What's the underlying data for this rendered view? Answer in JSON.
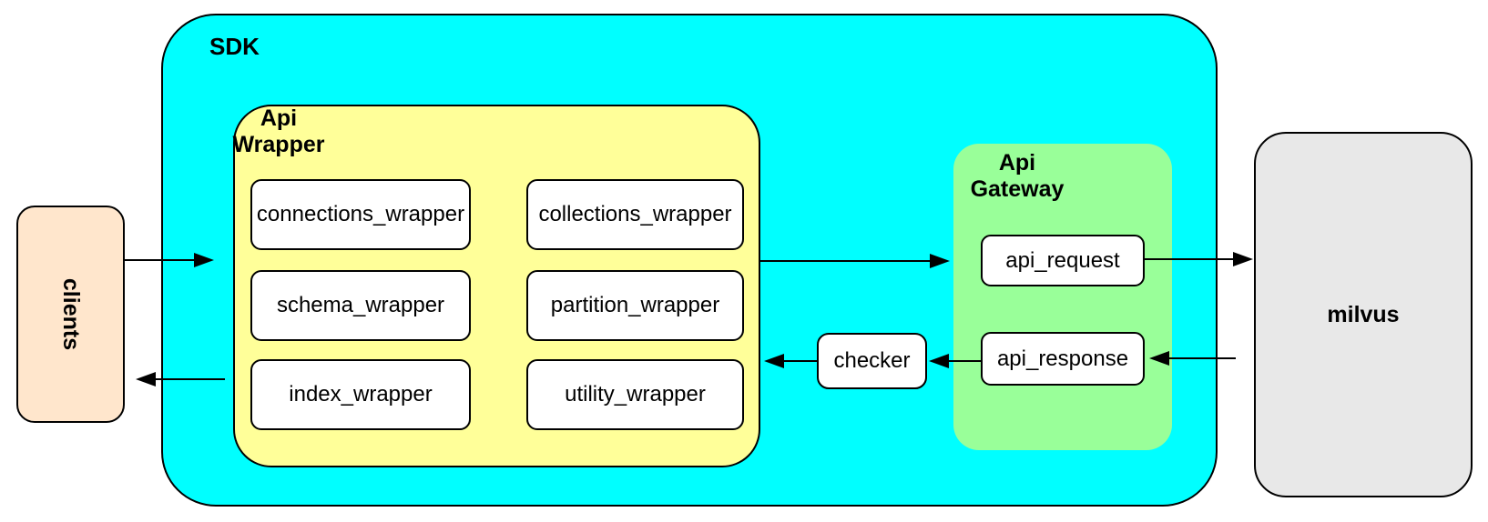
{
  "colors": {
    "canvas": "#FFFFFF",
    "sdk": "#00FFFF",
    "api_wrapper": "#FFFF99",
    "api_gateway": "#99FF99",
    "clients": "#FFE6CC",
    "milvus": "#E8E8E8",
    "node": "#FFFFFF",
    "border": "#000000",
    "arrow": "#000000"
  },
  "nodes": {
    "clients": {
      "label": "clients"
    },
    "sdk": {
      "label": "SDK"
    },
    "api_wrapper": {
      "label": "Api\nWrapper",
      "modules": [
        "connections_wrapper",
        "collections_wrapper",
        "schema_wrapper",
        "partition_wrapper",
        "index_wrapper",
        "utility_wrapper"
      ]
    },
    "checker": {
      "label": "checker"
    },
    "api_gateway": {
      "label": "Api\nGateway",
      "request": "api_request",
      "response": "api_response"
    },
    "milvus": {
      "label": "milvus"
    }
  },
  "edges": [
    {
      "from": "clients",
      "to": "sdk",
      "direction": "right"
    },
    {
      "from": "api_wrapper",
      "to": "api_gateway",
      "direction": "right"
    },
    {
      "from": "api_request",
      "to": "milvus",
      "direction": "right"
    },
    {
      "from": "milvus",
      "to": "api_response",
      "direction": "left"
    },
    {
      "from": "api_response",
      "to": "checker",
      "direction": "left"
    },
    {
      "from": "checker",
      "to": "api_wrapper",
      "direction": "left"
    },
    {
      "from": "api_wrapper",
      "to": "clients",
      "direction": "left"
    }
  ]
}
